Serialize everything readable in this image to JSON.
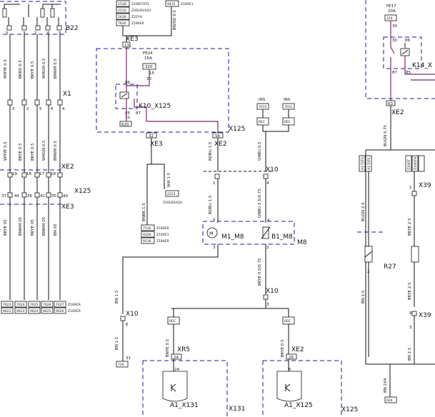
{
  "labels": {
    "b22": "B22",
    "x1": "X1",
    "xe2_left": "XE2",
    "x125_left": "X125",
    "xe3_left": "XE3",
    "xe3_top": "XE3",
    "fe24": "FE24",
    "fe24_amp": "15A",
    "k10": "K10_X125",
    "x125_mid": "X125",
    "xe3_mid": "XE3",
    "xe2_mid": "XE2",
    "x10_a": "X10",
    "ins1": "INS",
    "ins2": "INS",
    "m1": "M1_M8",
    "b1": "B1_M8",
    "m8": "M8",
    "x10_b": "X10",
    "x10_c": "X10",
    "xr5": "XR5",
    "xe2_low": "XE2",
    "a1_x131": "A1_X131",
    "x131": "X131",
    "a1_x125": "A1_X125",
    "x125_low": "X125",
    "fe17": "FE17",
    "fe17_amp": "20A",
    "k14": "K14_X",
    "xe2_right": "XE2",
    "x39_a": "X39",
    "x39_b": "X39",
    "r27": "R27",
    "motor_symbol": "M"
  },
  "codes": {
    "c320": "320",
    "c620": "620",
    "c1538": "1538",
    "c2210": "2210",
    "c2439": "2439",
    "c7630": "7630",
    "c9415": "9415",
    "c7015": "7015",
    "c7031": "7031",
    "rec1": "REC",
    "rec2": "REC",
    "rec3": "REC",
    "rec4": "REC",
    "c2223": "2223",
    "c7516": "7516",
    "c9329": "9329",
    "c9518": "9518",
    "c726": "726",
    "c224": "224",
    "c624": "624",
    "c7623": "7623",
    "c7624": "7624",
    "c7625": "7625",
    "c7626": "7626",
    "c7627": "7627",
    "c9622": "9622",
    "c9623": "9623",
    "c9624": "9624",
    "c9625": "9625",
    "c9626": "9626"
  },
  "variants": {
    "v1538": "Z19DT/DTL",
    "v2210": "Z20LER/LEH",
    "v2439": "Z22YH",
    "v7630": "Z18XER",
    "v9415": "Z16XE1",
    "v2223": "Z20LER/LEH",
    "v7516": "Z18XER",
    "v9329": "Z16XE1",
    "v9518": "Z18XER",
    "vrow1": "Z18XER",
    "vrow2": "Z16XER",
    "vr1": "A17DTS",
    "vr2": "A17DTC",
    "vr3": "Z19DT",
    "vr4": "Z19DTH"
  },
  "wires": {
    "white05a": "WHYE 0.5",
    "bkrd05": "BKRD 0.5",
    "bkye05a": "BKYE 0.5",
    "whgn05a": "WHGN 0.5",
    "bnwh05a": "BNWH 0.5",
    "white05b": "WHYE 0.5",
    "bkye05b": "BKYE 0.5",
    "bkye05c": "BKYE 0.5",
    "whgn05b": "WHGN 0.5",
    "bnwh05b": "BNWH 0.5",
    "bkye05d": "BKYE 05",
    "bnwh05d": "BNWH 05",
    "bkye05e": "BKYE 05",
    "bnwh05e": "BNWH 05",
    "bn05": "BN 05",
    "bnsd05": "BN/SD 0.5",
    "rdbu15a": "RDBU 1.5",
    "gnbu05a": "GNBU 0.5",
    "whwi15": "WH 1.5",
    "bnbk15": "BNBK 1.5",
    "rdbu15b": "RDBU 1.5",
    "gnbu075": "GNBU 0.5/0.75",
    "bkye075": "BKYE 0.5/0.75",
    "bn15a": "BN 1.5",
    "bn15b": "BN 1.5",
    "bnye05": "BNYE 0.5",
    "bkye05f": "BKYE 0.5",
    "bugn075": "BUGN 0.75",
    "bugn25": "BUGN 2.5",
    "bkye25a": "BKYE 2.5",
    "bn25a": "BN 2.5",
    "bkye25b": "BKYE 2.5",
    "bn25b": "BN 2.5",
    "bn2x4": "BN 2X4"
  },
  "pins": {
    "p13": "13",
    "p32": "32",
    "p56": "56",
    "p30": "30",
    "p15": "15",
    "p86": "86",
    "p31": "31",
    "p85": "85",
    "p87": "87",
    "p1": "1",
    "p4": "4",
    "p5a": "5",
    "p4b": "4",
    "p3": "3",
    "p2": "2",
    "p1b": "1",
    "p24a": "24",
    "p24b": "24",
    "p6": "6",
    "p31b": "31",
    "p5b": "5",
    "p25": "25",
    "p3b": "3",
    "p1c": "1",
    "p2b": "2",
    "p63": "63",
    "p30r": "30",
    "p86r": "86",
    "p87r": "87",
    "p85r": "85",
    "p1r": "1",
    "p2r": "2",
    "p9": "9",
    "p3r": "3",
    "top5": "5",
    "top3": "3",
    "top2": "2",
    "top6": "6",
    "top5b": "5",
    "x1_3": "3",
    "x1_2": "2",
    "x1_5": "5",
    "x1_6": "6",
    "x1_4": "4",
    "xe2_19": "19",
    "xe2_18": "18",
    "xe2_17": "17",
    "xe2_18b": "18",
    "x125_37": "37",
    "x125_44": "44",
    "x125_36": "36",
    "x125_42": "42",
    "x125_35": "35",
    "x125_40": "40"
  }
}
